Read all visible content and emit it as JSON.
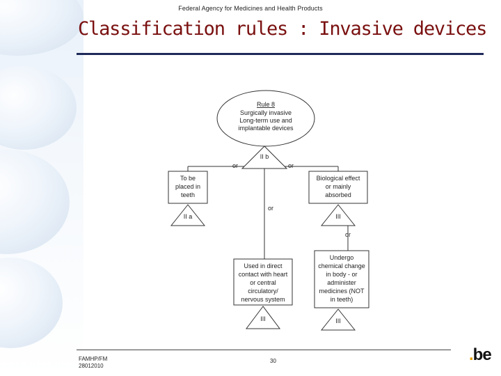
{
  "header": {
    "agency": "Federal Agency for Medicines and Health Products"
  },
  "title": "Classification rules : Invasive devices",
  "diagram": {
    "rule_title": "Rule 8",
    "rule_lines": [
      "Surgically invasive",
      "Long-term use and",
      "implantable devices"
    ],
    "root_class": "II b",
    "left_box_lines": [
      "To be",
      "placed in",
      "teeth"
    ],
    "left_class": "II a",
    "right_box_lines": [
      "Biological effect",
      "or mainly",
      "absorbed"
    ],
    "right_class": "III",
    "center_box_lines": [
      "Used in direct",
      "contact with heart",
      "or central",
      "circulatory/",
      "nervous system"
    ],
    "center_class": "III",
    "chem_box_lines": [
      "Undergo",
      "chemical change",
      "in body - or",
      "administer",
      "medicines (NOT",
      "in teeth)"
    ],
    "chem_class": "III",
    "or_left": "or",
    "or_right": "or",
    "or_center": "or",
    "or_right_lower": "or"
  },
  "footer": {
    "org": "FAMHP/FM",
    "date": "28012010",
    "page": "30",
    "logo_text": "be",
    "logo_dot": "."
  }
}
